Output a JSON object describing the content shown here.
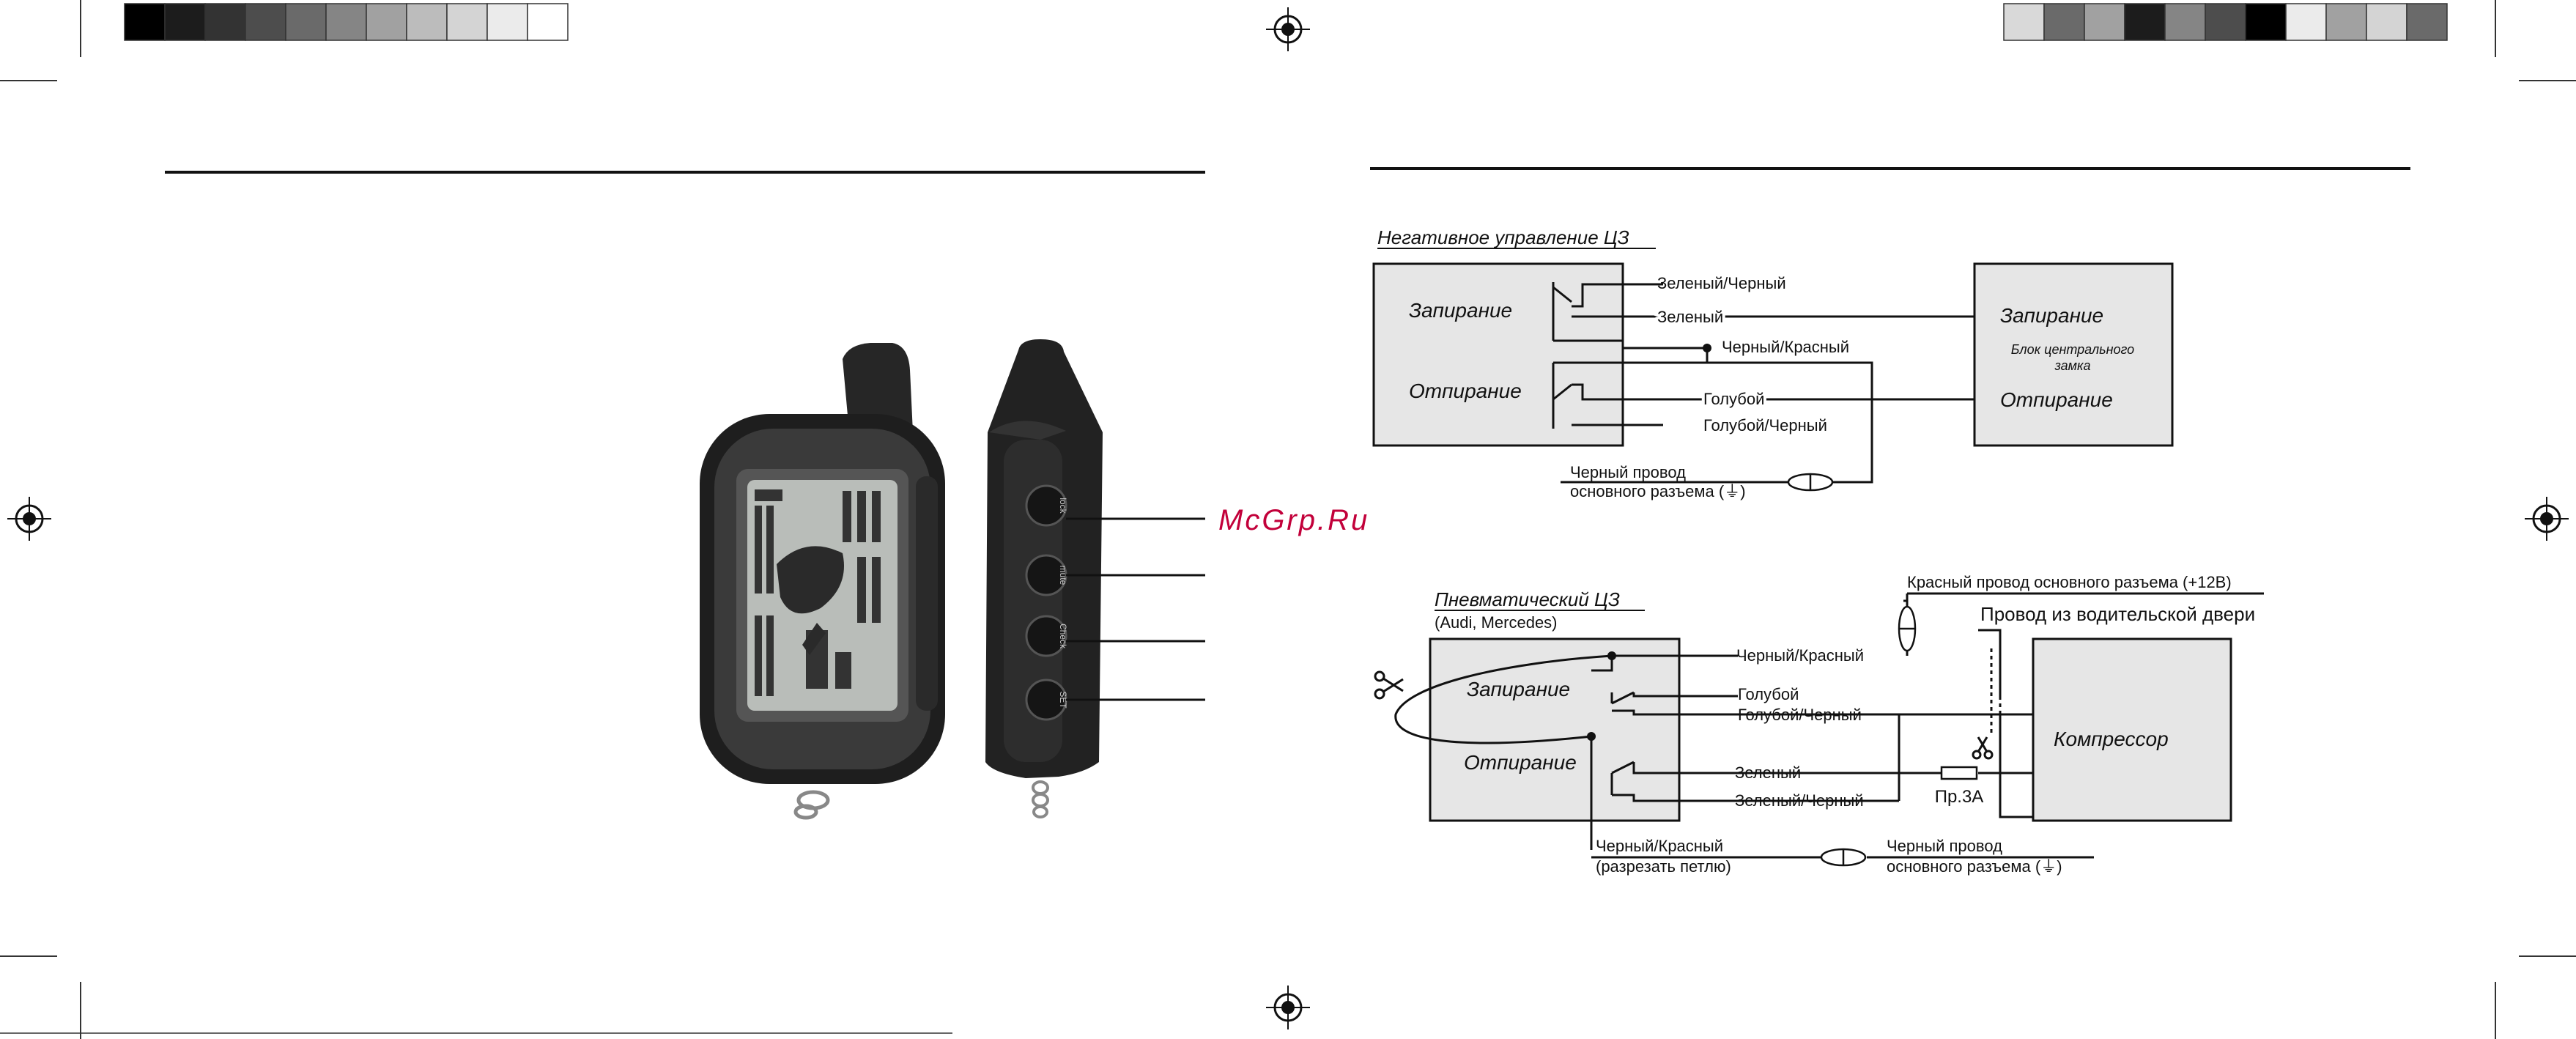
{
  "colors": {
    "background": "#ffffff",
    "box_fill": "#e6e6e6",
    "line": "#111111",
    "watermark": "#c2003a",
    "remote_body": "#2a2a2a",
    "lcd": "#b9bdb9"
  },
  "calibration_bars": {
    "left": [
      "#000000",
      "#1c1c1c",
      "#333333",
      "#4d4d4d",
      "#6a6a6a",
      "#858585",
      "#a1a1a1",
      "#bcbcbc",
      "#d4d4d4",
      "#ebebeb",
      "#ffffff"
    ],
    "right": [
      "#d9d9d9",
      "#6a6a6a",
      "#a1a1a1",
      "#1c1c1c",
      "#858585",
      "#4d4d4d",
      "#000000",
      "#ebebeb",
      "#a1a1a1",
      "#d4d4d4",
      "#6a6a6a"
    ]
  },
  "watermark": "McGrp.Ru",
  "negative": {
    "title": "Негативное управление ЦЗ",
    "lock_left": "Запирание",
    "unlock_left": "Отпирание",
    "lock_right": "Запирание",
    "unlock_right": "Отпирание",
    "block_label_1": "Блок центрального",
    "block_label_2": "замка",
    "w_green_black": "Зеленый/Черный",
    "w_green": "Зеленый",
    "w_black_red": "Черный/Красный",
    "w_blue": "Голубой",
    "w_blue_black": "Голубой/Черный",
    "w_ground_1": "Черный провод",
    "w_ground_2": "основного разъема (⏚)"
  },
  "pneumatic": {
    "title": "Пневматический  ЦЗ",
    "subtitle": "(Audi, Mercedes)",
    "red_wire": "Красный провод  основного разъема (+12В)",
    "door_wire": "Провод из водительской двери",
    "lock": "Запирание",
    "unlock": "Отпирание",
    "compressor": "Компрессор",
    "w_black_red": "Черный/Красный",
    "w_blue": "Голубой",
    "w_blue_black": "Голубой/Черный",
    "w_green": "Зеленый",
    "w_green_black": "Зеленый/Черный",
    "fuse": "Пр.3А",
    "cut_1": "Черный/Красный",
    "cut_2": "(разрезать петлю)",
    "ground_1": "Черный провод",
    "ground_2": "основного разъема (⏚)"
  },
  "remote_buttons": [
    "SET",
    "Check",
    "mute",
    "lock"
  ]
}
